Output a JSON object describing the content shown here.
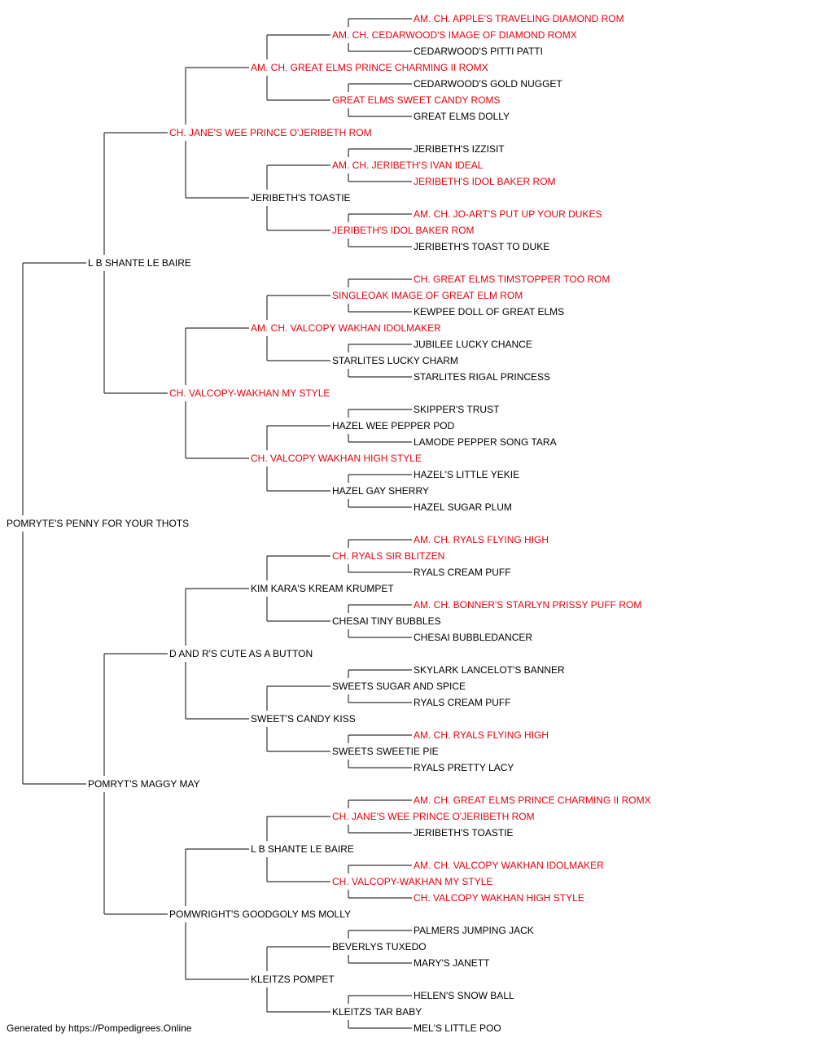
{
  "colors": {
    "champion": "#e8000b",
    "normal": "#000000",
    "line": "#333333"
  },
  "subject": {
    "name": "POMRYTE'S PENNY FOR YOUR THOTS",
    "champion": false
  },
  "generations": [
    [
      {
        "name": "L B SHANTE LE BAIRE",
        "champion": false
      },
      {
        "name": "POMRYT'S MAGGY MAY",
        "champion": false
      }
    ],
    [
      {
        "name": "CH. JANE'S WEE PRINCE O'JERIBETH ROM",
        "champion": true
      },
      {
        "name": "CH. VALCOPY-WAKHAN MY STYLE",
        "champion": true
      },
      {
        "name": "D AND R'S CUTE AS A BUTTON",
        "champion": false
      },
      {
        "name": "POMWRIGHT'S GOODGOLY MS MOLLY",
        "champion": false
      }
    ],
    [
      {
        "name": "AM. CH. GREAT ELMS PRINCE CHARMING II ROMX",
        "champion": true
      },
      {
        "name": "JERIBETH'S TOASTIE",
        "champion": false
      },
      {
        "name": "AM. CH. VALCOPY WAKHAN IDOLMAKER",
        "champion": true
      },
      {
        "name": "CH. VALCOPY WAKHAN HIGH STYLE",
        "champion": true
      },
      {
        "name": "KIM KARA'S KREAM KRUMPET",
        "champion": false
      },
      {
        "name": "SWEET'S CANDY KISS",
        "champion": false
      },
      {
        "name": "L B SHANTE LE BAIRE",
        "champion": false
      },
      {
        "name": "KLEITZS POMPET",
        "champion": false
      }
    ],
    [
      {
        "name": "AM. CH. CEDARWOOD'S IMAGE OF DIAMOND ROMX",
        "champion": true
      },
      {
        "name": "GREAT ELMS SWEET CANDY ROMS",
        "champion": true
      },
      {
        "name": "AM. CH. JERIBETH'S IVAN IDEAL",
        "champion": true
      },
      {
        "name": "JERIBETH'S IDOL BAKER ROM",
        "champion": true
      },
      {
        "name": "SINGLEOAK IMAGE OF GREAT ELM ROM",
        "champion": true
      },
      {
        "name": "STARLITES LUCKY CHARM",
        "champion": false
      },
      {
        "name": "HAZEL WEE PEPPER POD",
        "champion": false
      },
      {
        "name": "HAZEL GAY SHERRY",
        "champion": false
      },
      {
        "name": "CH. RYALS SIR BLITZEN",
        "champion": true
      },
      {
        "name": "CHESAI TINY BUBBLES",
        "champion": false
      },
      {
        "name": "SWEETS SUGAR AND SPICE",
        "champion": false
      },
      {
        "name": "SWEETS SWEETIE PIE",
        "champion": false
      },
      {
        "name": "CH. JANE'S WEE PRINCE O'JERIBETH ROM",
        "champion": true
      },
      {
        "name": "CH. VALCOPY-WAKHAN MY STYLE",
        "champion": true
      },
      {
        "name": "BEVERLYS TUXEDO",
        "champion": false
      },
      {
        "name": "KLEITZS TAR BABY",
        "champion": false
      }
    ],
    [
      {
        "name": "AM. CH. APPLE'S TRAVELING DIAMOND ROM",
        "champion": true
      },
      {
        "name": "CEDARWOOD'S PITTI PATTI",
        "champion": false
      },
      {
        "name": "CEDARWOOD'S GOLD NUGGET",
        "champion": false
      },
      {
        "name": "GREAT ELMS DOLLY",
        "champion": false
      },
      {
        "name": "JERIBETH'S IZZISIT",
        "champion": false
      },
      {
        "name": "JERIBETH'S IDOL BAKER ROM",
        "champion": true
      },
      {
        "name": "AM. CH. JO-ART'S PUT UP YOUR DUKES",
        "champion": true
      },
      {
        "name": "JERIBETH'S TOAST TO DUKE",
        "champion": false
      },
      {
        "name": "CH. GREAT ELMS TIMSTOPPER TOO ROM",
        "champion": true
      },
      {
        "name": "KEWPEE DOLL OF GREAT ELMS",
        "champion": false
      },
      {
        "name": "JUBILEE LUCKY CHANCE",
        "champion": false
      },
      {
        "name": "STARLITES RIGAL PRINCESS",
        "champion": false
      },
      {
        "name": "SKIPPER'S TRUST",
        "champion": false
      },
      {
        "name": "LAMODE PEPPER SONG TARA",
        "champion": false
      },
      {
        "name": "HAZEL'S LITTLE YEKIE",
        "champion": false
      },
      {
        "name": "HAZEL SUGAR PLUM",
        "champion": false
      },
      {
        "name": "AM. CH. RYALS FLYING HIGH",
        "champion": true
      },
      {
        "name": "RYALS CREAM PUFF",
        "champion": false
      },
      {
        "name": "AM. CH. BONNER'S STARLYN PRISSY PUFF ROM",
        "champion": true
      },
      {
        "name": "CHESAI BUBBLEDANCER",
        "champion": false
      },
      {
        "name": "SKYLARK LANCELOT'S BANNER",
        "champion": false
      },
      {
        "name": "RYALS CREAM PUFF",
        "champion": false
      },
      {
        "name": "AM. CH. RYALS FLYING HIGH",
        "champion": true
      },
      {
        "name": "RYALS PRETTY LACY",
        "champion": false
      },
      {
        "name": "AM. CH. GREAT ELMS PRINCE CHARMING II ROMX",
        "champion": true
      },
      {
        "name": "JERIBETH'S TOASTIE",
        "champion": false
      },
      {
        "name": "AM. CH. VALCOPY WAKHAN IDOLMAKER",
        "champion": true
      },
      {
        "name": "CH. VALCOPY WAKHAN HIGH STYLE",
        "champion": true
      },
      {
        "name": "PALMERS JUMPING JACK",
        "champion": false
      },
      {
        "name": "MARY'S JANETT",
        "champion": false
      },
      {
        "name": "HELEN'S SNOW BALL",
        "champion": false
      },
      {
        "name": "MEL'S LITTLE POO",
        "champion": false
      }
    ]
  ],
  "footer": {
    "text": "Generated by https://Pompedigrees.Online"
  }
}
